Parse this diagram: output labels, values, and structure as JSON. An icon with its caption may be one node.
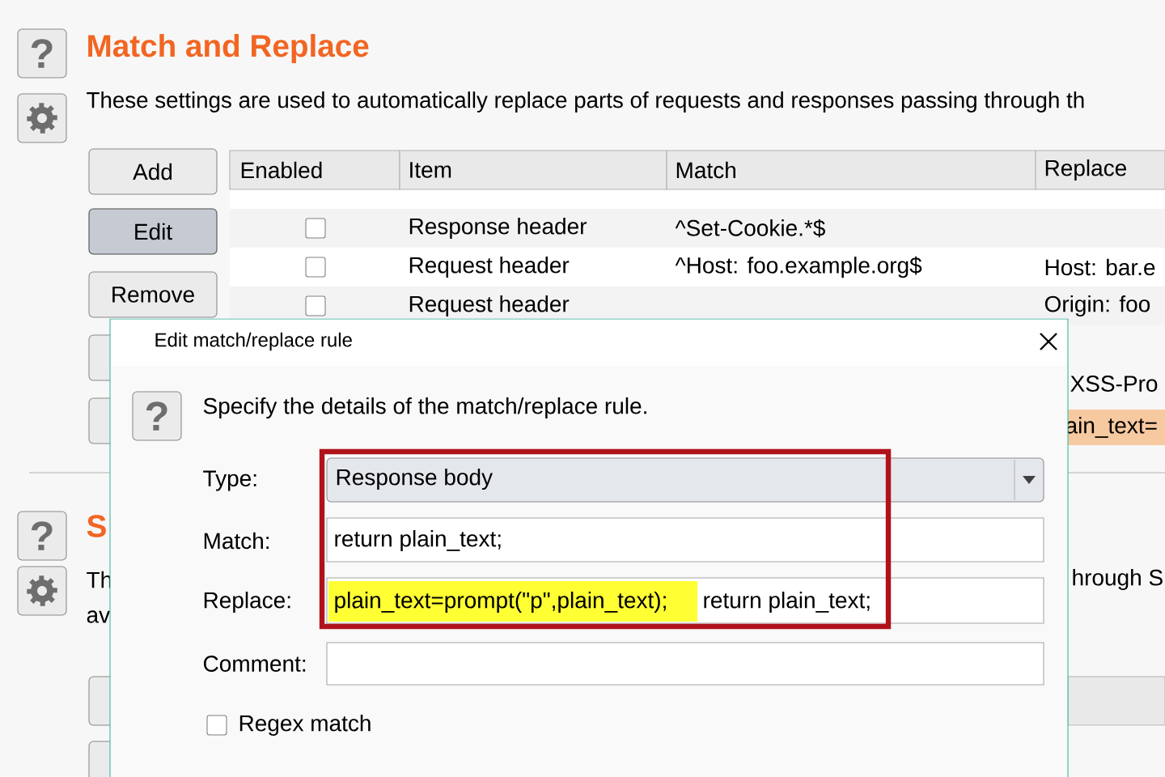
{
  "diagram": {
    "title": "Match and Replace",
    "labels": [
      "?",
      "These settings are used to automatically replace parts of requests and responses passing through th",
      "Add",
      "Edit",
      "Remove",
      "Enabled",
      "Item",
      "Match",
      "Replace",
      "Response header",
      "^Set-Cookie.*$",
      "Request header",
      "^Host: foo.example.org$",
      "Host: bar.e",
      "Request header",
      "Origin: foo",
      "Edit match/replace rule",
      "XSS-Pro",
      "?",
      "Specify the details of the match/replace rule.",
      "ain_text=",
      "Type:",
      "Response body",
      "?",
      "S",
      "Match:",
      "return plain_text;",
      "Th",
      "hrough S",
      "Replace:",
      "plain_text=prompt(\"p\",plain_text);",
      "return plain_text;",
      "av",
      "Comment:",
      "Regex match"
    ]
  }
}
